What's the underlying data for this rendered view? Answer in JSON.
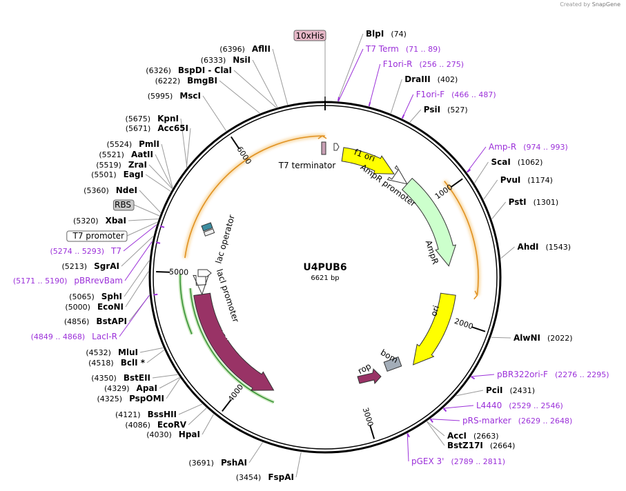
{
  "credit": {
    "prefix": "Created by",
    "brand": "SnapGene"
  },
  "plasmid": {
    "name": "U4PUB6",
    "size_label": "6621 bp",
    "length": 6621
  },
  "colors": {
    "primer": "#9b30d9",
    "site": "#000000",
    "backbone": "#000000",
    "ori": "#ffff00",
    "f1ori": "#ffff00",
    "ampR": "#ccffcc",
    "lacI": "#993366",
    "rop": "#993366",
    "bom": "#a3adb8",
    "lacPromoter": "#ffffff",
    "ampPromoter": "#ffffff",
    "t7Term": "#c8a0b4",
    "orangeArc": "#f0a020",
    "greenArc": "#339933",
    "boxed_10xHis": "#e7b8c8",
    "boxed_RBS": "#c9c9c9"
  },
  "tick_labels": [
    "1000",
    "2000",
    "3000",
    "4000",
    "5000",
    "6000"
  ],
  "features": {
    "t7_terminator": "T7 terminator",
    "f1_ori": "f1 ori",
    "ampR_promoter": "AmpR promoter",
    "ampR": "AmpR",
    "ori": "ori",
    "rop": "rop",
    "bom": "bom",
    "lacI": "lacI",
    "lacI_promoter": "lacI promoter",
    "lac_operator": "lac operator"
  },
  "right_labels": [
    {
      "name": "BlpI",
      "pos": "(74)",
      "kind": "site"
    },
    {
      "name": "T7 Term",
      "pos": "(71 .. 89)",
      "kind": "primer"
    },
    {
      "name": "F1ori-R",
      "pos": "(256 .. 275)",
      "kind": "primer"
    },
    {
      "name": "DraIII",
      "pos": "(402)",
      "kind": "site"
    },
    {
      "name": "F1ori-F",
      "pos": "(466 .. 487)",
      "kind": "primer"
    },
    {
      "name": "PsiI",
      "pos": "(527)",
      "kind": "site"
    },
    {
      "name": "Amp-R",
      "pos": "(974 .. 993)",
      "kind": "primer"
    },
    {
      "name": "ScaI",
      "pos": "(1062)",
      "kind": "site"
    },
    {
      "name": "PvuI",
      "pos": "(1174)",
      "kind": "site"
    },
    {
      "name": "PstI",
      "pos": "(1301)",
      "kind": "site"
    },
    {
      "name": "AhdI",
      "pos": "(1543)",
      "kind": "site"
    },
    {
      "name": "AlwNI",
      "pos": "(2022)",
      "kind": "site"
    },
    {
      "name": "pBR322ori-F",
      "pos": "(2276 .. 2295)",
      "kind": "primer"
    },
    {
      "name": "PciI",
      "pos": "(2431)",
      "kind": "site"
    },
    {
      "name": "L4440",
      "pos": "(2529 .. 2546)",
      "kind": "primer"
    },
    {
      "name": "pRS-marker",
      "pos": "(2629 .. 2648)",
      "kind": "primer"
    },
    {
      "name": "AccI",
      "pos": "(2663)",
      "kind": "site"
    },
    {
      "name": "BstZ17I",
      "pos": "(2664)",
      "kind": "site"
    },
    {
      "name": "pGEX 3'",
      "pos": "(2789 .. 2811)",
      "kind": "primer"
    }
  ],
  "left_labels": [
    {
      "pos": "(6396)",
      "name": "AflII",
      "kind": "site"
    },
    {
      "pos": "(6333)",
      "name": "NsiI",
      "kind": "site"
    },
    {
      "pos": "(6326)",
      "name": "BspDI - ClaI",
      "kind": "site"
    },
    {
      "pos": "(6222)",
      "name": "BmgBI",
      "kind": "site"
    },
    {
      "pos": "(5995)",
      "name": "MscI",
      "kind": "site"
    },
    {
      "pos": "(5675)",
      "name": "KpnI",
      "kind": "site"
    },
    {
      "pos": "(5671)",
      "name": "Acc65I",
      "kind": "site"
    },
    {
      "pos": "(5524)",
      "name": "PmlI",
      "kind": "site"
    },
    {
      "pos": "(5521)",
      "name": "AatII",
      "kind": "site"
    },
    {
      "pos": "(5519)",
      "name": "ZraI",
      "kind": "site"
    },
    {
      "pos": "(5501)",
      "name": "EagI",
      "kind": "site"
    },
    {
      "pos": "(5360)",
      "name": "NdeI",
      "kind": "site"
    },
    {
      "pos": "",
      "name": "RBS",
      "kind": "boxed"
    },
    {
      "pos": "(5320)",
      "name": "XbaI",
      "kind": "site"
    },
    {
      "pos": "",
      "name": "T7 promoter",
      "kind": "boxed-white"
    },
    {
      "pos": "(5274 .. 5293)",
      "name": "T7",
      "kind": "primer"
    },
    {
      "pos": "(5213)",
      "name": "SgrAI",
      "kind": "site"
    },
    {
      "pos": "(5171 .. 5190)",
      "name": "pBRrevBam",
      "kind": "primer"
    },
    {
      "pos": "(5065)",
      "name": "SphI",
      "kind": "site"
    },
    {
      "pos": "(5000)",
      "name": "EcoNI",
      "kind": "site"
    },
    {
      "pos": "(4856)",
      "name": "BstAPI",
      "kind": "site"
    },
    {
      "pos": "(4849 .. 4868)",
      "name": "LacI-R",
      "kind": "primer"
    },
    {
      "pos": "(4532)",
      "name": "MluI",
      "kind": "site"
    },
    {
      "pos": "(4518)",
      "name": "BclI *",
      "kind": "site"
    },
    {
      "pos": "(4350)",
      "name": "BstEII",
      "kind": "site"
    },
    {
      "pos": "(4329)",
      "name": "ApaI",
      "kind": "site"
    },
    {
      "pos": "(4325)",
      "name": "PspOMI",
      "kind": "site"
    },
    {
      "pos": "(4121)",
      "name": "BssHII",
      "kind": "site"
    },
    {
      "pos": "(4086)",
      "name": "EcoRV",
      "kind": "site"
    },
    {
      "pos": "(4030)",
      "name": "HpaI",
      "kind": "site"
    },
    {
      "pos": "(3691)",
      "name": "PshAI",
      "kind": "site"
    },
    {
      "pos": "(3454)",
      "name": "FspAI",
      "kind": "site"
    }
  ],
  "top_box": {
    "name": "10xHis"
  }
}
